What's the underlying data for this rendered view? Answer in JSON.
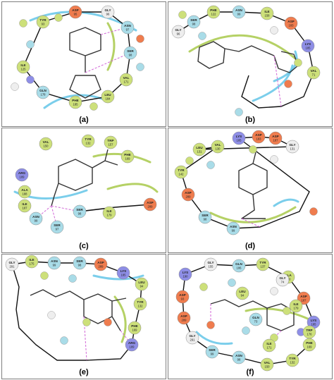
{
  "colors": {
    "hydrophobic": "#cde07a",
    "polar": "#a9dce8",
    "positive": "#8e8ee6",
    "negative": "#ef7c4e",
    "glycine": "#eeeeee",
    "backbone": "#111111",
    "pocket_green": "#a8c94a",
    "pocket_cyan": "#64c5e8",
    "hbond": "#d166d6",
    "ligand": "#333333"
  },
  "panels": [
    {
      "label": "(a)",
      "residues": [
        {
          "name": "TYR",
          "num": "93"
        },
        {
          "name": "ASP",
          "num": "95"
        },
        {
          "name": "GLY",
          "num": "96"
        },
        {
          "name": "ASN",
          "num": "97"
        },
        {
          "name": "SER",
          "num": "98"
        },
        {
          "name": "VAL",
          "num": "171"
        },
        {
          "name": "LEU",
          "num": "184"
        },
        {
          "name": "PHE",
          "num": "185"
        },
        {
          "name": "GLN",
          "num": "178"
        },
        {
          "name": "ILE",
          "num": "125"
        }
      ]
    },
    {
      "label": "(b)",
      "residues": [
        {
          "name": "GLY",
          "num": "96"
        },
        {
          "name": "SER",
          "num": "98"
        },
        {
          "name": "PHE",
          "num": "122"
        },
        {
          "name": "ASN",
          "num": "99"
        },
        {
          "name": "ILE",
          "num": "158"
        },
        {
          "name": "ASP",
          "num": "183"
        },
        {
          "name": "LYS",
          "num": "185"
        },
        {
          "name": "VAL",
          "num": "71"
        }
      ]
    },
    {
      "label": "(c)",
      "residues": [
        {
          "name": "VAL",
          "num": "150"
        },
        {
          "name": "TYR",
          "num": "132"
        },
        {
          "name": "TRP",
          "num": "157"
        },
        {
          "name": "PHE",
          "num": "169"
        },
        {
          "name": "ARG",
          "num": "189"
        },
        {
          "name": "ALA",
          "num": "188"
        },
        {
          "name": "ILE",
          "num": "187"
        },
        {
          "name": "ASN",
          "num": "99"
        },
        {
          "name": "SER",
          "num": "97"
        },
        {
          "name": "SER",
          "num": "98"
        },
        {
          "name": "ILE",
          "num": "179"
        },
        {
          "name": "ASP",
          "num": "289"
        }
      ]
    },
    {
      "label": "(d)",
      "residues": [
        {
          "name": "LYS",
          "num": "185"
        },
        {
          "name": "ASP",
          "num": "183"
        },
        {
          "name": "ASP",
          "num": "187"
        },
        {
          "name": "GLY",
          "num": "131"
        },
        {
          "name": "LEU",
          "num": "131"
        },
        {
          "name": "VAL",
          "num": "130"
        },
        {
          "name": "TYR",
          "num": "142"
        },
        {
          "name": "ASP",
          "num": "289"
        },
        {
          "name": "SER",
          "num": "98"
        },
        {
          "name": "ASN",
          "num": "99"
        }
      ]
    },
    {
      "label": "(e)",
      "residues": [
        {
          "name": "GLY",
          "num": "291"
        },
        {
          "name": "ILE",
          "num": "175"
        },
        {
          "name": "ASN",
          "num": "99"
        },
        {
          "name": "SER",
          "num": "98"
        },
        {
          "name": "ASP",
          "num": "289"
        },
        {
          "name": "LYS",
          "num": "185"
        },
        {
          "name": "LEU",
          "num": "94"
        },
        {
          "name": "TYR",
          "num": "132"
        },
        {
          "name": "PHE",
          "num": "169"
        },
        {
          "name": "ARG",
          "num": "189"
        }
      ]
    },
    {
      "label": "(f)",
      "residues": [
        {
          "name": "LYS",
          "num": "190"
        },
        {
          "name": "GLY",
          "num": "155"
        },
        {
          "name": "GLN",
          "num": "186"
        },
        {
          "name": "TYR",
          "num": "137"
        },
        {
          "name": "ALA",
          "num": "190"
        },
        {
          "name": "ASP",
          "num": "187"
        },
        {
          "name": "LYS",
          "num": "185"
        },
        {
          "name": "PHE",
          "num": "169"
        },
        {
          "name": "TYR",
          "num": "132"
        },
        {
          "name": "VAL",
          "num": "150"
        },
        {
          "name": "ASN",
          "num": "98"
        },
        {
          "name": "SER",
          "num": "99"
        },
        {
          "name": "GLY",
          "num": "291"
        },
        {
          "name": "ASP",
          "num": "289"
        },
        {
          "name": "ASP",
          "num": "93"
        },
        {
          "name": "LEU",
          "num": "94"
        },
        {
          "name": "GLN",
          "num": "73"
        },
        {
          "name": "ILE",
          "num": "171"
        },
        {
          "name": "GLY",
          "num": "74"
        },
        {
          "name": "ILE",
          "num": "179"
        },
        {
          "name": "TRP",
          "num": "176"
        }
      ]
    }
  ]
}
